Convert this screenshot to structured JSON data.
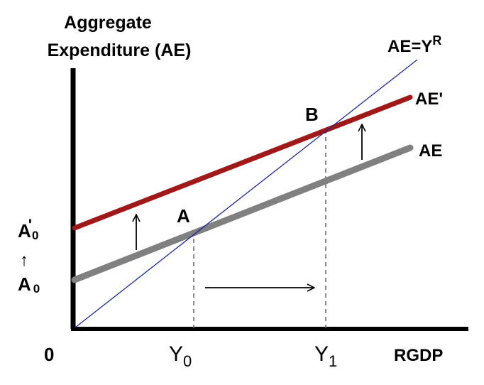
{
  "y_axis_title": [
    "Aggregate",
    "Expenditure (AE)"
  ],
  "x_axis_label": "RGDP",
  "origin_label": "0",
  "line_45": {
    "label": "AE=Y",
    "label_sup": "R",
    "color": "#1a2a9c"
  },
  "ae_new": {
    "label": "AE'",
    "color": "#a01818"
  },
  "ae_old": {
    "label": "AE",
    "color": "#808080"
  },
  "points": {
    "a": "A",
    "b": "B"
  },
  "intercepts": {
    "new": {
      "base": "A",
      "prime": "'",
      "sub": "0"
    },
    "old": {
      "base": "A",
      "sub": "0"
    }
  },
  "x_ticks": {
    "y0": {
      "base": "Y",
      "sub": "0"
    },
    "y1": {
      "base": "Y",
      "sub": "1"
    }
  },
  "arrow_glyph": "↑"
}
